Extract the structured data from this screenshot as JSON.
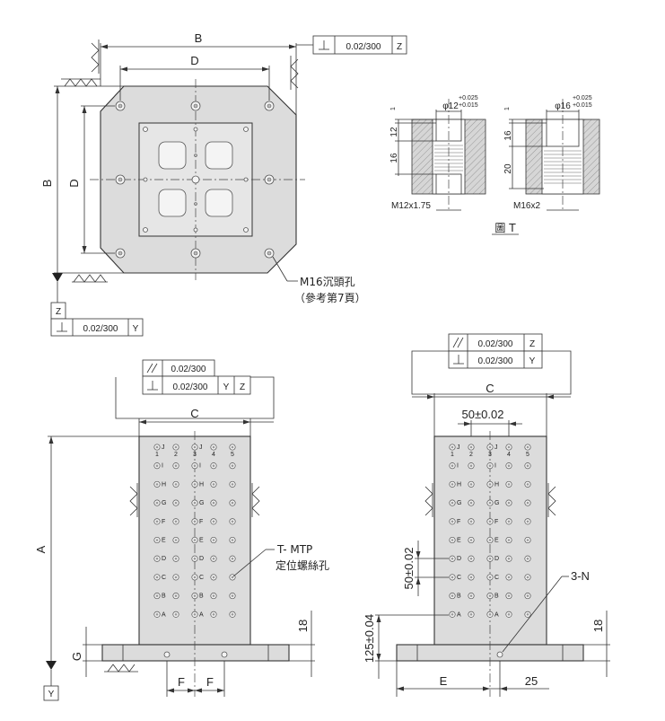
{
  "labels": {
    "B": "B",
    "D": "D",
    "C": "C",
    "A": "A",
    "G": "G",
    "F": "F",
    "E": "E",
    "Y": "Y",
    "Z": "Z",
    "n25": "25",
    "n18": "18",
    "tol_0_02_300": "0.02/300",
    "pitch_50": "50±0.02",
    "tol_125": "125±0.04",
    "callout_m16_line1": "M16沉頭孔",
    "callout_m16_line2": "（參考第7頁）",
    "callout_tmtp_line1": "T- MTP",
    "callout_tmtp_line2": "定位螺絲孔",
    "callout_3n": "3-N",
    "fig_t": "圖 T",
    "detail_m12_dia": "φ12",
    "detail_m12_tol_up": "+0.025",
    "detail_m12_tol_dn": "+0.015",
    "detail_m12_thread": "M12x1.75",
    "detail_m16_dia": "φ16",
    "detail_m16_tol_up": "+0.025",
    "detail_m16_tol_dn": "+0.015",
    "detail_m16_thread": "M16x2",
    "d_1": "1",
    "d_12": "12",
    "d_16": "16",
    "d_20": "20"
  },
  "row_letters": [
    "J",
    "I",
    "H",
    "G",
    "F",
    "E",
    "D",
    "C",
    "B",
    "A"
  ],
  "col_numbers": [
    "1",
    "2",
    "3",
    "4",
    "5"
  ],
  "colors": {
    "body": "#dcdcdc",
    "line": "#333333"
  }
}
